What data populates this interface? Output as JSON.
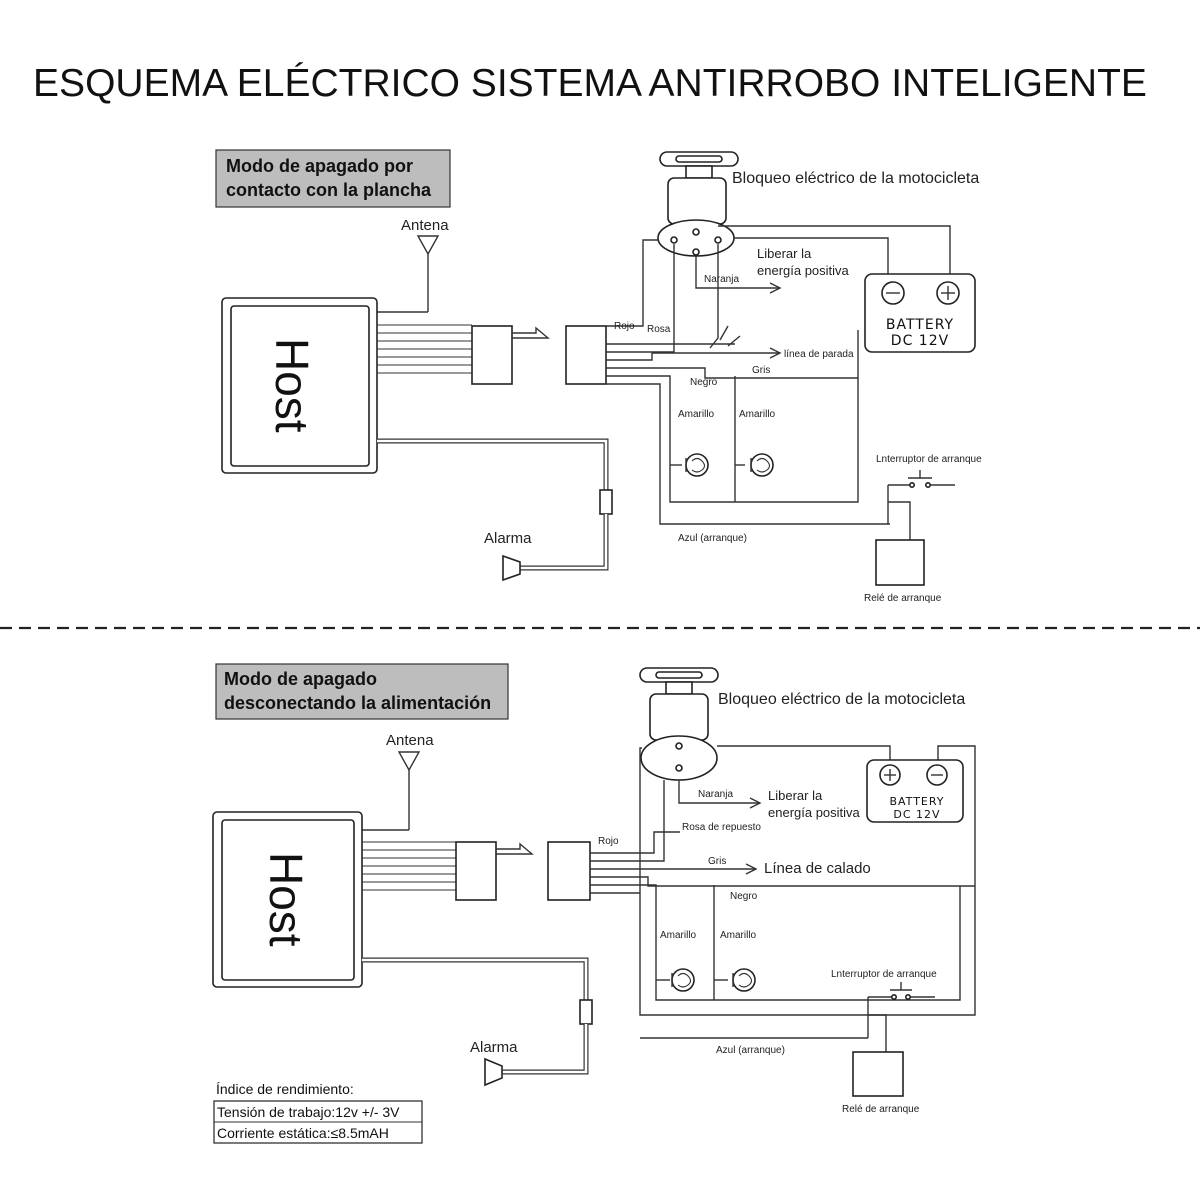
{
  "title": "ESQUEMA ELÉCTRICO SISTEMA ANTIRROBO INTELIGENTE",
  "panel1": {
    "mode_line1": "Modo de apagado por",
    "mode_line2": "contacto con la plancha",
    "antenna": "Antena",
    "host": "Host",
    "alarm": "Alarma",
    "lock": "Bloqueo eléctrico de la motocicleta",
    "release_line1": "Liberar la",
    "release_line2": "energía positiva",
    "naranja": "Naranja",
    "rojo": "Rojo",
    "rosa": "Rosa",
    "stop_line": "línea de parada",
    "gris": "Gris",
    "negro": "Negro",
    "amarillo_1": "Amarillo",
    "amarillo_2": "Amarillo",
    "battery_line1": "BATTERY",
    "battery_line2": "DC 12V",
    "start_switch": "Lnterruptor de arranque",
    "azul": "Azul (arranque)",
    "relay": "Relé de arranque"
  },
  "panel2": {
    "mode_line1": "Modo de apagado",
    "mode_line2": "desconectando la alimentación",
    "antenna": "Antena",
    "host": "Host",
    "alarm": "Alarma",
    "lock": "Bloqueo eléctrico de la motocicleta",
    "naranja": "Naranja",
    "release_line1": "Liberar la",
    "release_line2": "energía positiva",
    "rojo": "Rojo",
    "rosa_repuesto": "Rosa de repuesto",
    "gris": "Gris",
    "stall_line": "Línea de calado",
    "negro": "Negro",
    "amarillo_1": "Amarillo",
    "amarillo_2": "Amarillo",
    "battery_line1": "BATTERY",
    "battery_line2": "DC 12V",
    "start_switch": "Lnterruptor de arranque",
    "azul": "Azul (arranque)",
    "relay": "Relé de arranque"
  },
  "specs": {
    "heading": "Índice de rendimiento:",
    "voltage": "Tensión de trabajo:12v +/- 3V",
    "current": "Corriente estática:≤8.5mAH"
  },
  "icons": {
    "antenna": "antenna-icon",
    "alarm": "horn-icon",
    "bulb": "bulb-icon",
    "lock": "ignition-lock-icon",
    "battery": "battery-icon"
  },
  "colors": {
    "mode_box": "#bdbdbd",
    "line": "#333333"
  }
}
